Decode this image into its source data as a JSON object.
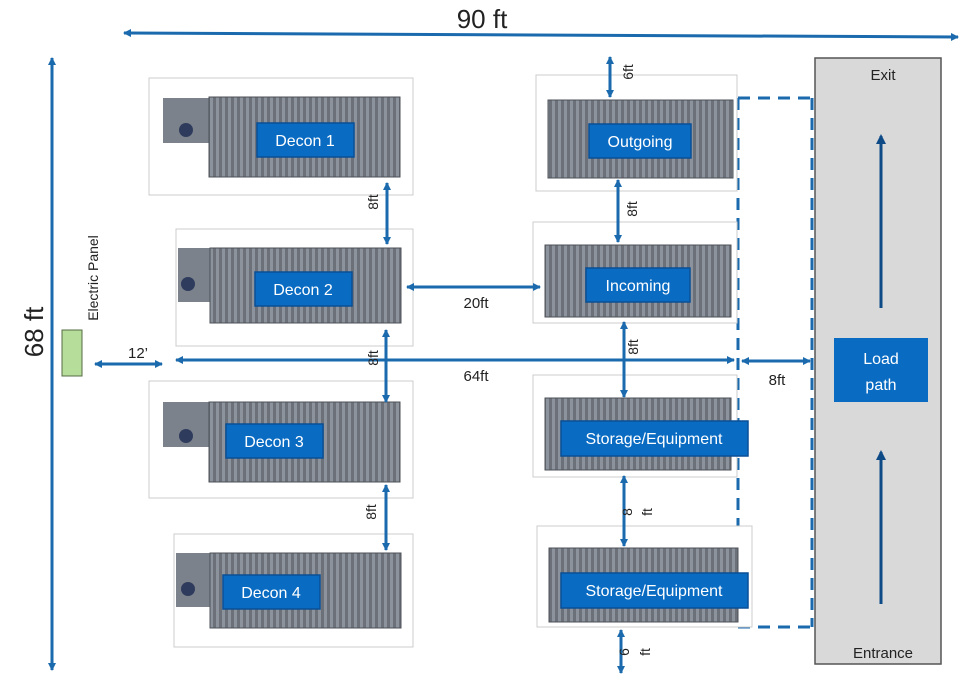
{
  "colors": {
    "arrow": "#1a6aad",
    "unit_label_bg": "#0a6bc2",
    "unit_label_border": "#0a4f96",
    "container_body": "#6b7079",
    "container_rib": "#8d939c",
    "lane_fill": "#d9d9d9",
    "panel_fill": "#b7dd9b",
    "load_path_bg": "#0a6bc2"
  },
  "icons": {
    "container": "shipping-container",
    "arrow": "double-headed-arrow"
  },
  "dimensions": {
    "width": "90 ft",
    "height": "68 ft",
    "decon_gap_1": "8ft",
    "decon_gap_2": "8ft",
    "decon_gap_3": "8ft",
    "row_gap": "20ft",
    "panel_gap": "12’",
    "main_aisle": "64ft",
    "lane_gap": "8ft",
    "top_gap_outgoing": "6ft",
    "gap_outgoing_incoming": "8ft",
    "gap_incoming_storage": "8ft",
    "gap_storage_storage_a": "8",
    "gap_storage_storage_b": "ft",
    "bottom_gap_a": "6",
    "bottom_gap_b": "ft"
  },
  "electric_panel": {
    "label": "Electric Panel"
  },
  "units": {
    "decon_1": "Decon 1",
    "decon_2": "Decon 2",
    "decon_3": "Decon 3",
    "decon_4": "Decon 4",
    "outgoing": "Outgoing",
    "incoming": "Incoming",
    "storage_1": "Storage/Equipment",
    "storage_2": "Storage/Equipment"
  },
  "lane": {
    "exit": "Exit",
    "entrance": "Entrance",
    "load_path_line1": "Load",
    "load_path_line2": "path"
  }
}
